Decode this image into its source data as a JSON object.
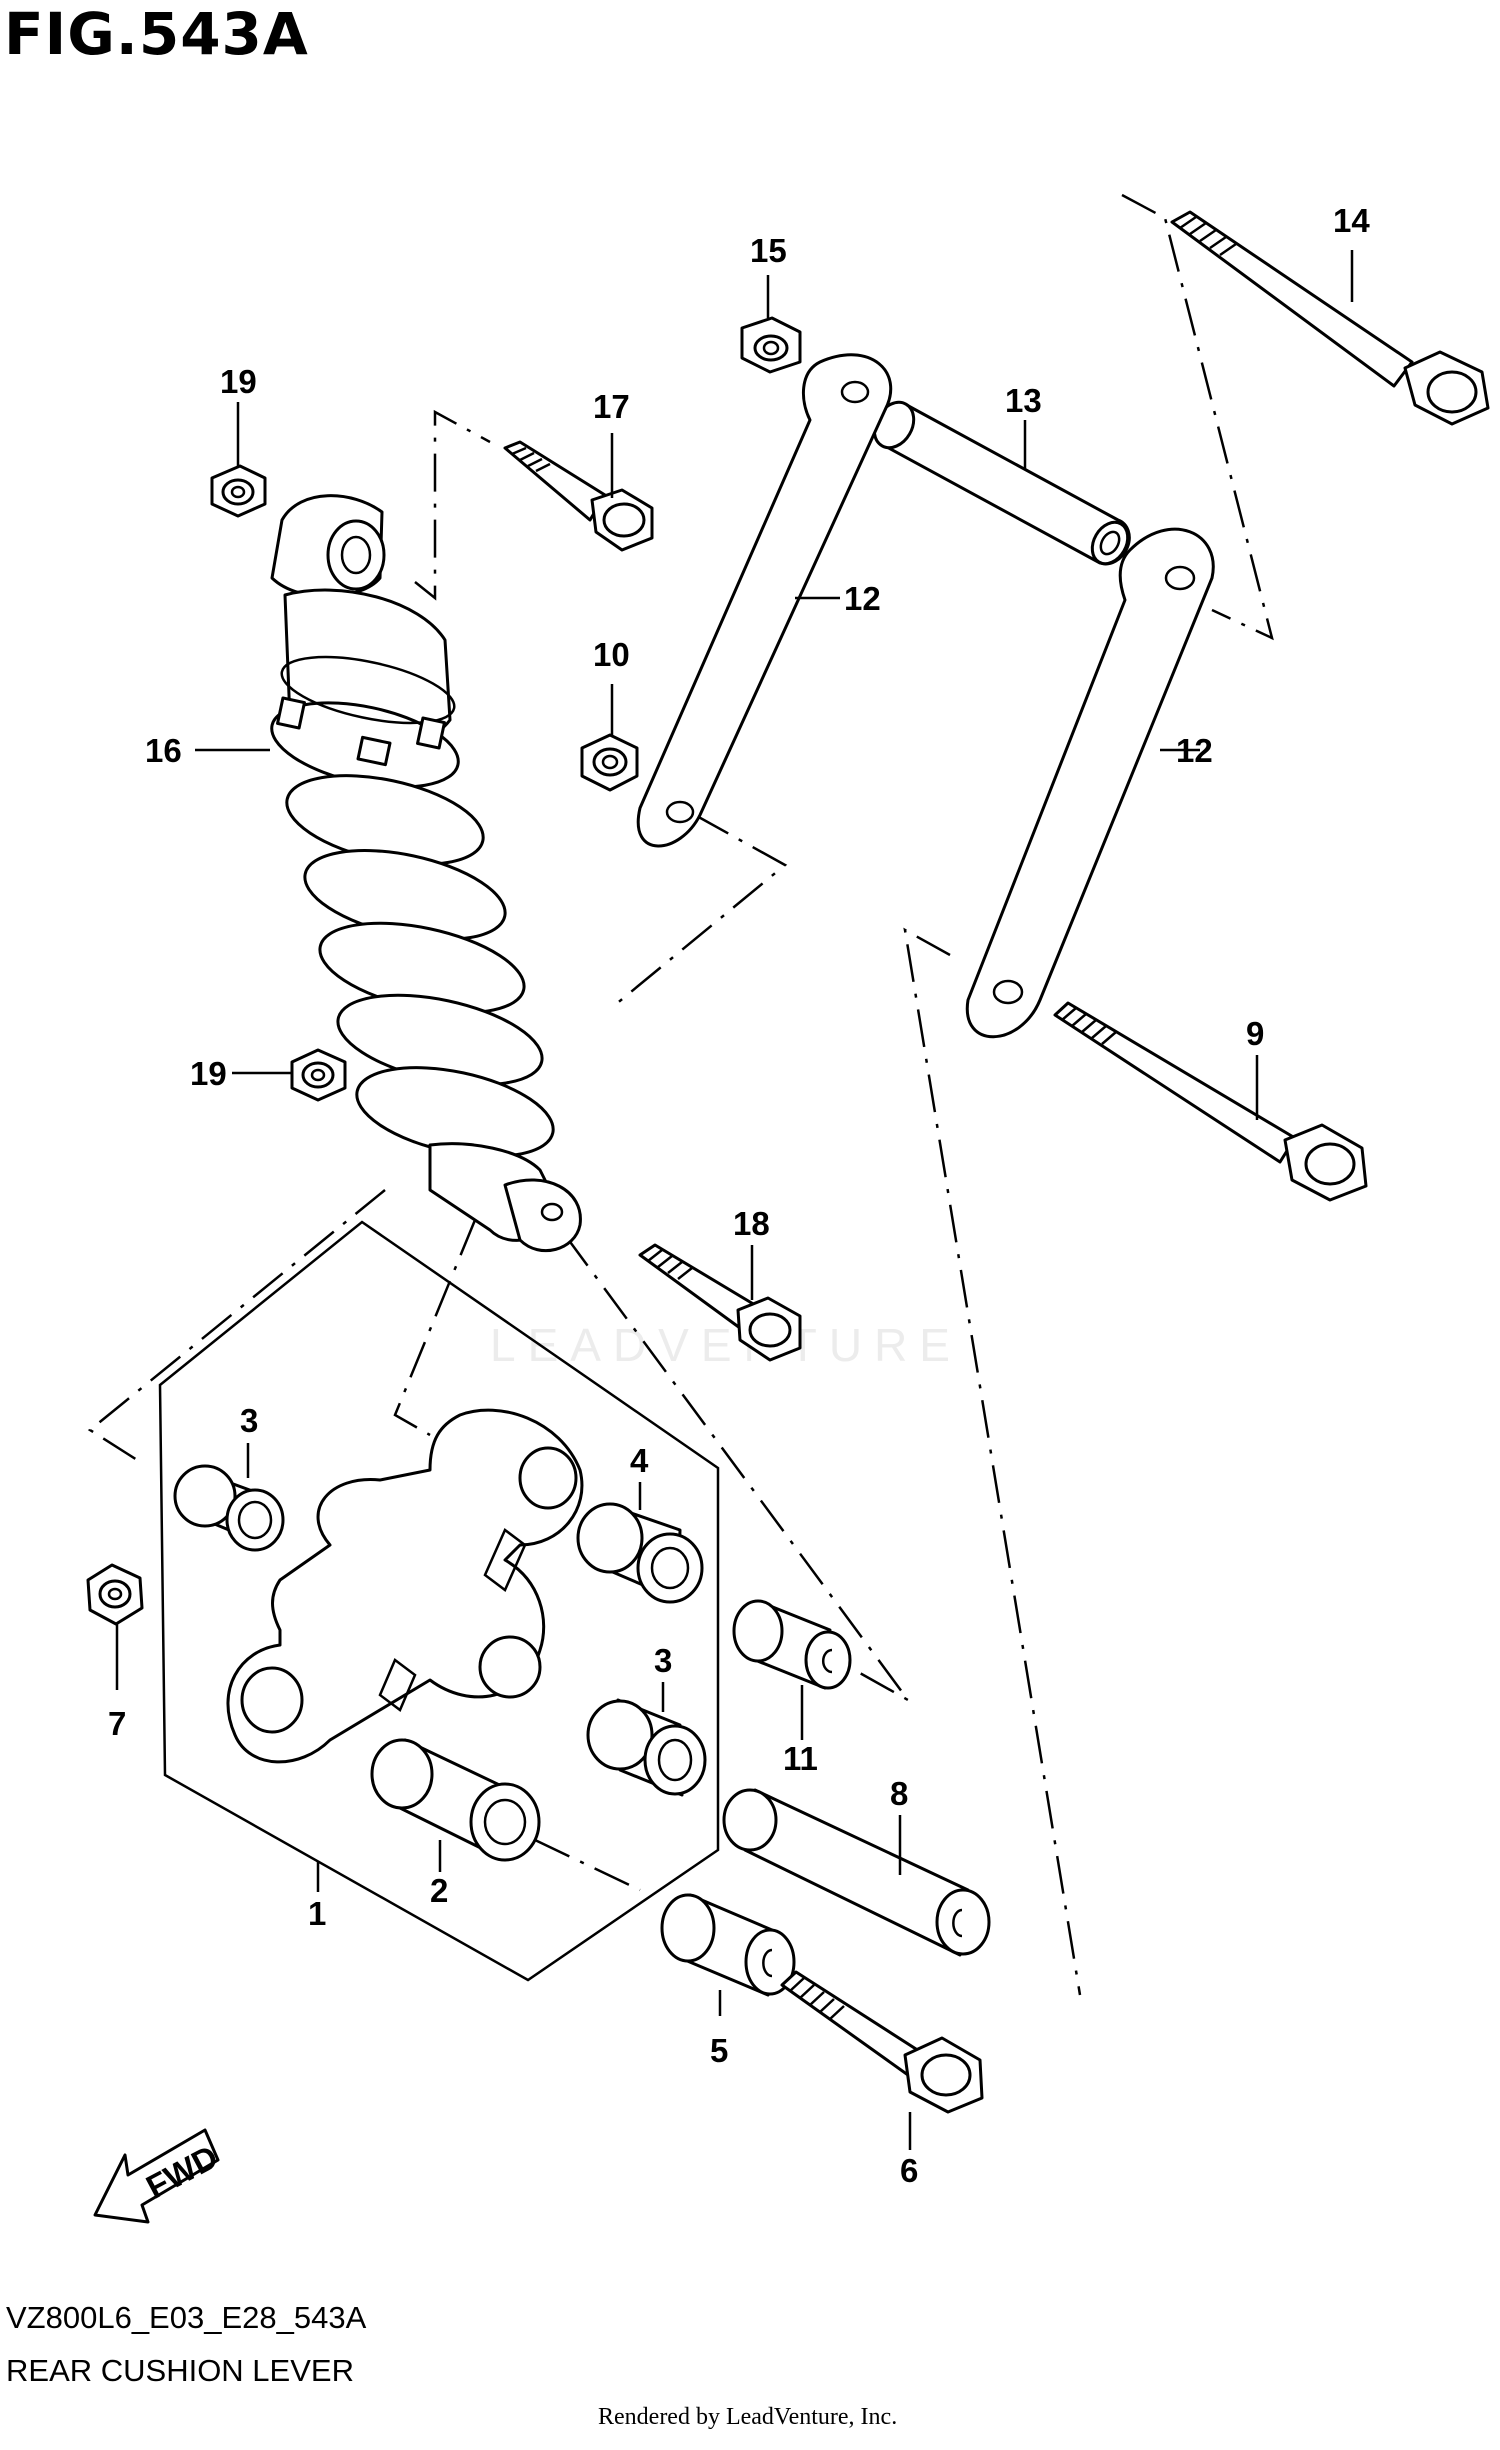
{
  "figure": {
    "title": "FIG.543A",
    "code": "VZ800L6_E03_E28_543A",
    "name": "REAR CUSHION LEVER",
    "credit": "Rendered by LeadVenture, Inc.",
    "watermark": "LEADVENTURE"
  },
  "callouts": {
    "c1": "1",
    "c2": "2",
    "c3a": "3",
    "c3b": "3",
    "c4": "4",
    "c5": "5",
    "c6": "6",
    "c7": "7",
    "c8": "8",
    "c9": "9",
    "c10": "10",
    "c11": "11",
    "c12a": "12",
    "c12b": "12",
    "c13": "13",
    "c14": "14",
    "c15": "15",
    "c16": "16",
    "c17": "17",
    "c18": "18",
    "c19a": "19",
    "c19b": "19"
  },
  "fwd_label": "FWD",
  "colors": {
    "line": "#000000",
    "background": "#ffffff"
  }
}
